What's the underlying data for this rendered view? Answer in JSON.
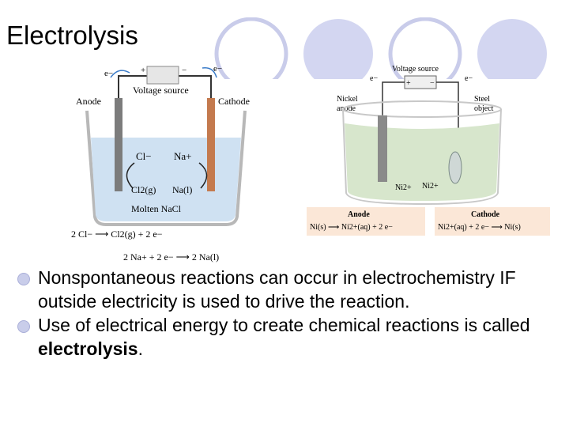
{
  "title": "Electrolysis",
  "colors": {
    "circle_fill": "#d3d6f1",
    "molten_salt": "#cfe1f2",
    "water_solution": "#d7e6cc",
    "anode_box": "#fbe7d7",
    "cathode_box": "#fbe7d7"
  },
  "figure_left": {
    "electron_left": "e−",
    "electron_right": "e−",
    "plus": "+",
    "minus": "−",
    "voltage_source": "Voltage source",
    "anode": "Anode",
    "cathode": "Cathode",
    "cl_ion": "Cl−",
    "na_ion": "Na+",
    "cl2": "Cl2(g)",
    "na_liquid": "Na(l)",
    "electrolyte": "Molten NaCl",
    "anode_eq": "2 Cl− ⟶ Cl2(g) + 2 e−",
    "cathode_eq": "2 Na+ + 2 e− ⟶ 2 Na(l)"
  },
  "figure_right": {
    "voltage_source": "Voltage source",
    "electron_left": "e−",
    "electron_right": "e−",
    "plus": "+",
    "minus": "−",
    "nickel_anode_1": "Nickel",
    "nickel_anode_2": "anode",
    "steel_object_1": "Steel",
    "steel_object_2": "object",
    "ion_1": "Ni2+",
    "ion_2": "Ni2+",
    "anode_title": "Anode",
    "anode_eq": "Ni(s) ⟶ Ni2+(aq) + 2 e−",
    "cathode_title": "Cathode",
    "cathode_eq": "Ni2+(aq) + 2 e− ⟶ Ni(s)"
  },
  "bullets": [
    {
      "text": "Nonspontaneous reactions can occur in electrochemistry IF outside electricity is used to drive the reaction."
    },
    {
      "text_before": "Use of electrical energy to create chemical reactions is called ",
      "bold": "electrolysis",
      "text_after": "."
    }
  ]
}
